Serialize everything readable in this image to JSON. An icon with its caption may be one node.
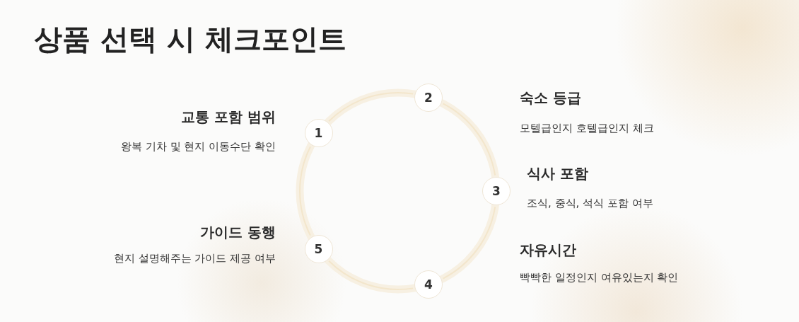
{
  "diagram": {
    "title": "상품 선택 시 체크포인트",
    "nodes": [
      {
        "text": [
          "1"
        ],
        "beside": [
          "교통 포함 범위",
          "왕복 기차 및 현지 이동수단 확인"
        ]
      },
      {
        "text": [
          "2"
        ],
        "beside": [
          "숙소 등급",
          "모텔급인지 호텔급인지 체크"
        ]
      },
      {
        "text": [
          "3"
        ],
        "beside": [
          "식사 포함",
          "조식, 중식, 석식 포함 여부"
        ]
      },
      {
        "text": [
          "4"
        ],
        "beside": [
          "자유시간",
          "빡빡한 일정인지 여유있는지 확인"
        ]
      },
      {
        "text": [
          "5"
        ],
        "beside": [
          "가이드 동행",
          "현지 설명해주는 가이드 제공 여부"
        ]
      }
    ],
    "edges": [
      {
        "from": 0,
        "to": 1,
        "arrow": "none"
      },
      {
        "from": 1,
        "to": 2,
        "arrow": "none"
      },
      {
        "from": 2,
        "to": 3,
        "arrow": "none"
      },
      {
        "from": 3,
        "to": 4,
        "arrow": "none"
      },
      {
        "from": 4,
        "to": 0,
        "arrow": "none"
      }
    ]
  }
}
